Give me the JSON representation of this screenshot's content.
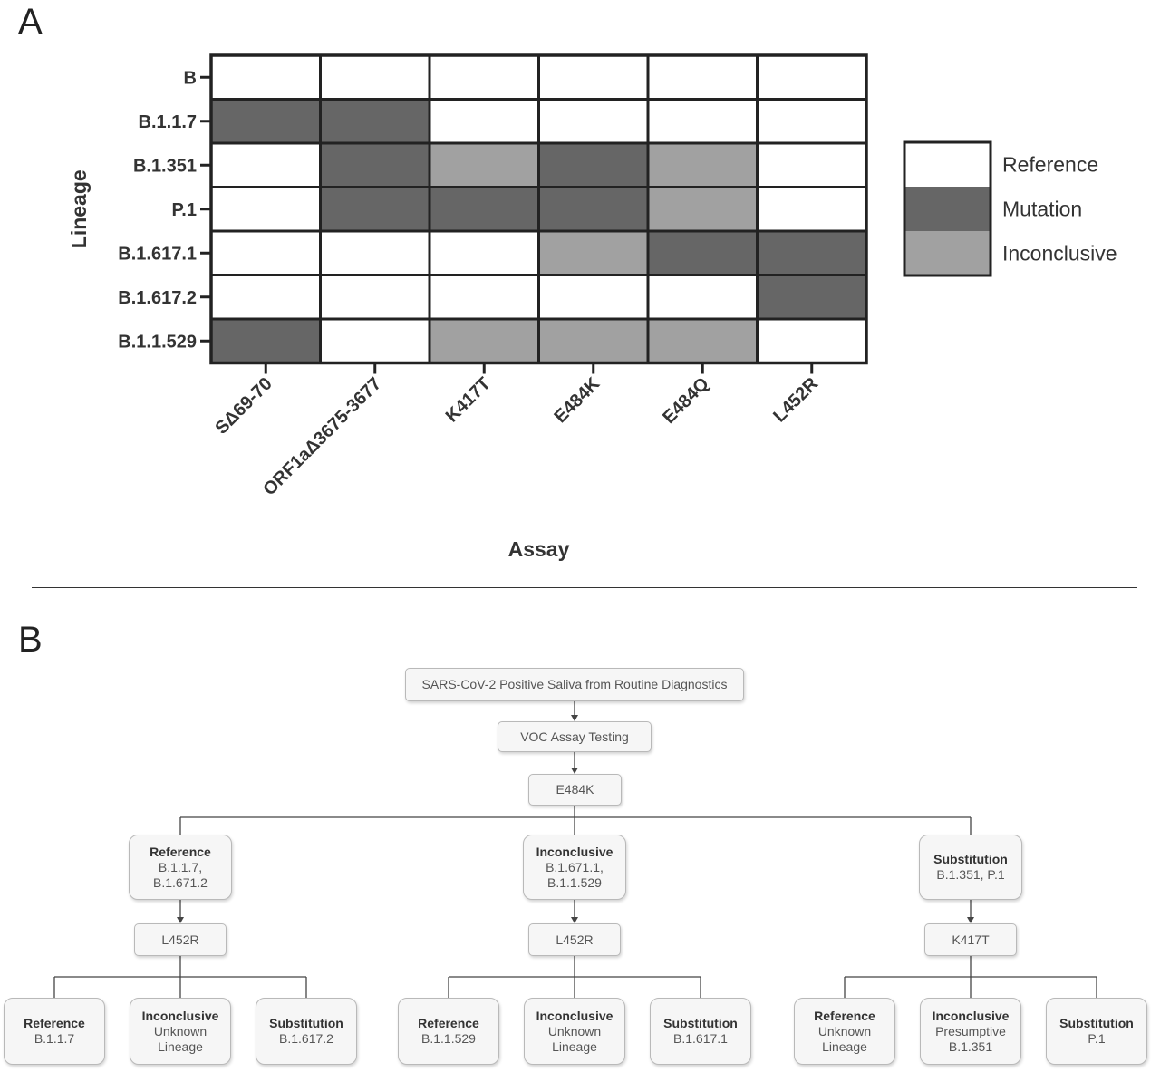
{
  "panel_a_letter": "A",
  "panel_b_letter": "B",
  "chart_data": {
    "type": "heatmap",
    "xlabel": "Assay",
    "ylabel": "Lineage",
    "x_categories": [
      "SΔ69-70",
      "ORF1aΔ3675-3677",
      "K417T",
      "E484K",
      "E484Q",
      "L452R"
    ],
    "y_categories": [
      "B",
      "B.1.1.7",
      "B.1.351",
      "P.1",
      "B.1.617.1",
      "B.1.617.2",
      "B.1.1.529"
    ],
    "legend": [
      {
        "label": "Reference",
        "color": "#ffffff"
      },
      {
        "label": "Mutation",
        "color": "#666666"
      },
      {
        "label": "Inconclusive",
        "color": "#a1a1a1"
      }
    ],
    "legend_placement": "right",
    "values": [
      [
        "Reference",
        "Reference",
        "Reference",
        "Reference",
        "Reference",
        "Reference"
      ],
      [
        "Mutation",
        "Mutation",
        "Reference",
        "Reference",
        "Reference",
        "Reference"
      ],
      [
        "Reference",
        "Mutation",
        "Inconclusive",
        "Mutation",
        "Inconclusive",
        "Reference"
      ],
      [
        "Reference",
        "Mutation",
        "Mutation",
        "Mutation",
        "Inconclusive",
        "Reference"
      ],
      [
        "Reference",
        "Reference",
        "Reference",
        "Inconclusive",
        "Mutation",
        "Mutation"
      ],
      [
        "Reference",
        "Reference",
        "Reference",
        "Reference",
        "Reference",
        "Mutation"
      ],
      [
        "Mutation",
        "Reference",
        "Inconclusive",
        "Inconclusive",
        "Inconclusive",
        "Reference"
      ]
    ]
  },
  "flow": {
    "root": "SARS-CoV-2 Positive Saliva from Routine Diagnostics",
    "testing": "VOC Assay Testing",
    "first_assay": "E484K",
    "branches": [
      {
        "heading": "Reference",
        "lines": [
          "B.1.1.7,",
          "B.1.671.2"
        ],
        "assay": "L452R",
        "outcomes": [
          {
            "heading": "Reference",
            "lines": [
              "B.1.1.7"
            ]
          },
          {
            "heading": "Inconclusive",
            "lines": [
              "Unknown",
              "Lineage"
            ]
          },
          {
            "heading": "Substitution",
            "lines": [
              "B.1.617.2"
            ]
          }
        ]
      },
      {
        "heading": "Inconclusive",
        "lines": [
          "B.1.671.1,",
          "B.1.1.529"
        ],
        "assay": "L452R",
        "outcomes": [
          {
            "heading": "Reference",
            "lines": [
              "B.1.1.529"
            ]
          },
          {
            "heading": "Inconclusive",
            "lines": [
              "Unknown",
              "Lineage"
            ]
          },
          {
            "heading": "Substitution",
            "lines": [
              "B.1.617.1"
            ]
          }
        ]
      },
      {
        "heading": "Substitution",
        "lines": [
          "B.1.351, P.1"
        ],
        "assay": "K417T",
        "outcomes": [
          {
            "heading": "Reference",
            "lines": [
              "Unknown",
              "Lineage"
            ]
          },
          {
            "heading": "Inconclusive",
            "lines": [
              "Presumptive",
              "B.1.351"
            ]
          },
          {
            "heading": "Substitution",
            "lines": [
              "P.1"
            ]
          }
        ]
      }
    ]
  }
}
